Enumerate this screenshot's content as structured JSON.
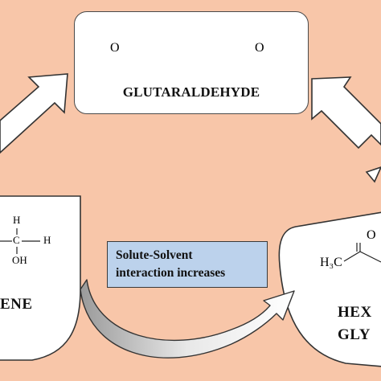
{
  "background_color": "#f8c6a9",
  "glutaraldehyde": {
    "title": "GLUTARALDEHYDE",
    "atom_left": "O",
    "atom_right": "O"
  },
  "solute_box": {
    "line1": "Solute-Solvent",
    "line2": "interaction increases",
    "color": "#bcd2ec"
  },
  "left_molecule": {
    "atom_top": "H",
    "atom_mid": "C",
    "atom_right": "H",
    "atom_bottom": "OH",
    "label_partial": "ENE"
  },
  "right_molecule": {
    "group": "H₃C",
    "atom_top": "O",
    "label_line1_partial": "HEX",
    "label_line2_partial": "GLY"
  },
  "arrow_color": "#ffffff",
  "curved_arrow_color": "#cfcfcf"
}
